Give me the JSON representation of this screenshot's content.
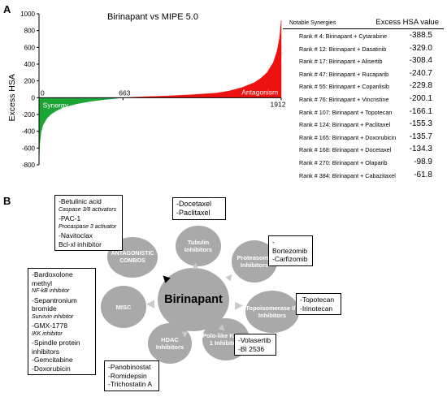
{
  "panel_a_label": "A",
  "panel_b_label": "B",
  "chart_data": {
    "type": "area",
    "title": "Birinapant vs MIPE 5.0",
    "ylabel": "Excess HSA",
    "ylim": [
      -800,
      1000
    ],
    "yticks": [
      -800,
      -600,
      -400,
      -200,
      0,
      200,
      400,
      600,
      800,
      1000
    ],
    "xlim": [
      0,
      1912
    ],
    "x_markers": [
      {
        "label": "0",
        "x": 0
      },
      {
        "label": "663",
        "x": 663
      },
      {
        "label": "1912",
        "x": 1912
      }
    ],
    "regions": [
      {
        "name": "Synergy",
        "color": "#1aa535"
      },
      {
        "name": "Antagonism",
        "color": "#ee1111"
      }
    ],
    "series": [
      {
        "x": [
          0,
          5,
          15,
          30,
          60,
          100,
          150,
          200,
          300,
          400,
          500,
          600,
          663,
          800,
          1000,
          1200,
          1400,
          1500,
          1600,
          1700,
          1750,
          1800,
          1850,
          1880,
          1900,
          1912
        ],
        "y": [
          -780,
          -560,
          -420,
          -330,
          -250,
          -190,
          -145,
          -112,
          -72,
          -45,
          -25,
          -10,
          0,
          10,
          20,
          35,
          55,
          80,
          120,
          180,
          230,
          300,
          420,
          560,
          720,
          920
        ]
      }
    ]
  },
  "synergies": {
    "header_label": "Notable Synergies",
    "header_value": "Excess HSA value",
    "rows": [
      {
        "label": "Rank # 4:  Birinapant + Cytarabine",
        "value": "-388.5"
      },
      {
        "label": "Rank # 12:  Birinapant + Dasatinib",
        "value": "-329.0"
      },
      {
        "label": "Rank # 17:  Birinapant + Alisertib",
        "value": "-308.4"
      },
      {
        "label": "Rank # 47:  Birinapant + Rucaparib",
        "value": "-240.7"
      },
      {
        "label": "Rank # 55:  Birinapant + Copanlisib",
        "value": "-229.8"
      },
      {
        "label": "Rank # 76:  Birinapant + Vincristine",
        "value": "-200.1"
      },
      {
        "label": "Rank # 107:  Birinapant + Topotecan",
        "value": "-166.1"
      },
      {
        "label": "Rank # 124:  Birinapant +  Paclitaxel",
        "value": "-155.3"
      },
      {
        "label": "Rank # 165:  Birinapant + Doxorubicin",
        "value": "-135.7"
      },
      {
        "label": "Rank # 168:  Birinapant + Docetaxel",
        "value": "-134.3"
      },
      {
        "label": "Rank # 270:  Birinapant + Olaparib",
        "value": "-98.9"
      },
      {
        "label": "Rank # 384: Birinapant + Cabazitaxel",
        "value": "-61.8"
      }
    ]
  },
  "diagram": {
    "center": "Birinapant",
    "nodes": {
      "antagonistic": "ANTAGONISTIC COMBOS",
      "tubulin": "Tubulin Inhibitors",
      "proteasome": "Proteasome Inhibitors",
      "topo": "Topoisomerase I/II Inhibitors",
      "polo": "Polo-like Kinase 1 Inhibitors",
      "hdac": "HDAC Inhibitors",
      "misc": "MISC"
    },
    "boxes": {
      "antagonistic": [
        "-Betulinic acid",
        "Caspase 3/8 activators",
        "-PAC-1",
        "Procaspase 3 activator",
        "-Navitoclax",
        "Bcl-xl inhibitor"
      ],
      "tubulin": [
        "-Docetaxel",
        "-Paclitaxel"
      ],
      "proteasome": [
        "-Bortezomib",
        "-Carfizomib"
      ],
      "topo": [
        "-Topotecan",
        "-Irinotecan"
      ],
      "polo": [
        "-Volasertib",
        "-BI 2536"
      ],
      "hdac": [
        "-Panobinostat",
        "-Romidepsin",
        "-Trichostatin A"
      ],
      "misc": [
        "-Bardoxolone methyl",
        "NF-kB inhibitor",
        "-Sepantronium",
        "bromide",
        "Survivin inhibitor",
        "-GMX-1778",
        "IKK inhibitor",
        "-Spindle protein",
        "inhibitors",
        "-Gemcitabine",
        "-Doxorubicin"
      ]
    }
  }
}
